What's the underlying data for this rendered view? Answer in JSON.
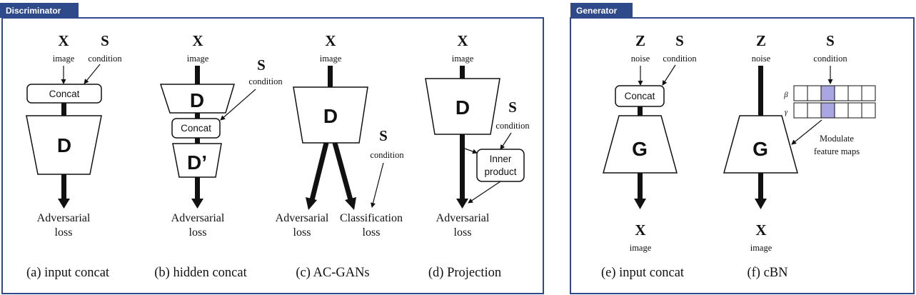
{
  "panels": {
    "discriminator": {
      "title": "Discriminator"
    },
    "generator": {
      "title": "Generator"
    }
  },
  "symbols": {
    "x": "X",
    "s": "S",
    "z": "Z",
    "image": "image",
    "condition": "condition",
    "noise": "noise",
    "d": "D",
    "d_prime": "D’",
    "g": "G",
    "concat": "Concat",
    "adversarial_1": "Adversarial",
    "adversarial_2": "loss",
    "classification_1": "Classification",
    "classification_2": "loss",
    "inner_1": "Inner",
    "inner_2": "product",
    "beta": "β",
    "gamma": "γ",
    "modulate_1": "Modulate",
    "modulate_2": "feature maps"
  },
  "captions": {
    "a": "(a) input concat",
    "b": "(b) hidden concat",
    "c": "(c) AC-GANs",
    "d": "(d) Projection",
    "e": "(e) input concat",
    "f": "(f) cBN"
  },
  "colors": {
    "frame": "#2f4a8a",
    "tag_bg": "#2f4a8a",
    "highlight_cell": "#aaa6e4",
    "ink": "#111111"
  }
}
